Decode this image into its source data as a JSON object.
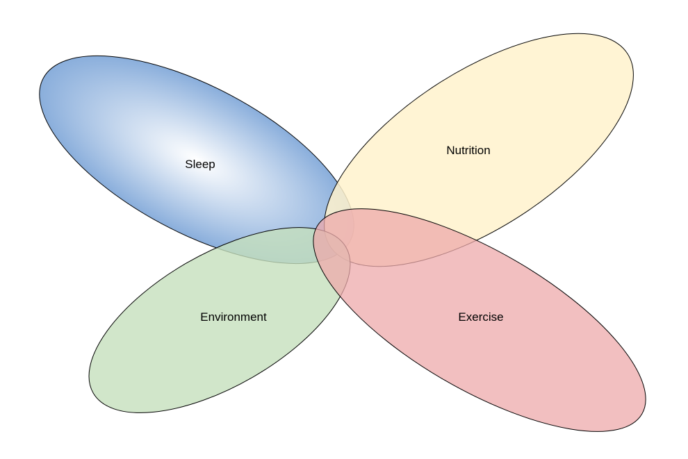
{
  "diagram": {
    "sets": [
      {
        "id": "sleep",
        "label": "Sleep",
        "color": "#7ea6d8",
        "center_color": "#ffffff"
      },
      {
        "id": "nutrition",
        "label": "Nutrition",
        "color": "#fff2cc"
      },
      {
        "id": "environment",
        "label": "Environment",
        "color": "#d5e8d4"
      },
      {
        "id": "exercise",
        "label": "Exercise",
        "color": "#f8cecc"
      }
    ]
  }
}
